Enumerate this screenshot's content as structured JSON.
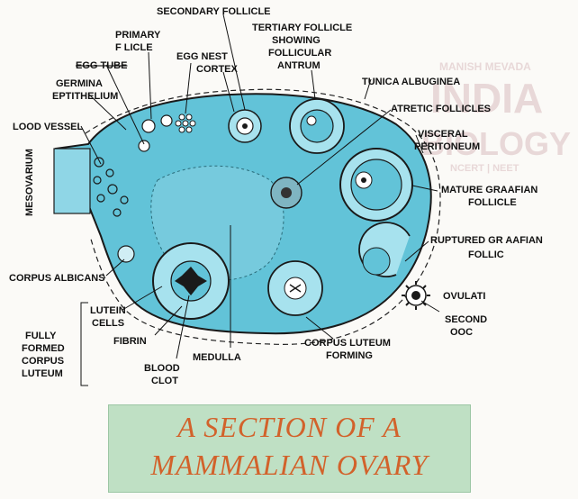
{
  "watermark": {
    "line1": "MANISH MEVADA",
    "line2": "INDIA",
    "line3": "BIOLOGY",
    "line4": "NCERT | NEET"
  },
  "labels": {
    "secondary_follicle": "SECONDARY FOLLICLE",
    "primary_1": "PRIMARY",
    "primary_2": "F     LICLE",
    "tertiary_1": "TERTIARY FOLLICLE",
    "tertiary_2": "SHOWING",
    "tertiary_3": "FOLLICULAR",
    "tertiary_4": "ANTRUM",
    "egg_tube": "EGG TUBE",
    "egg_nest": "EGG NEST",
    "cortex": "CORTEX",
    "germinal_1": "GERMINA",
    "germinal_2": "EPTITHELIUM",
    "tunica": "TUNICA ALBUGINEA",
    "blood_vessel": "LOOD VESSEL",
    "atretic": "ATRETIC FOLLICLES",
    "visceral_1": "VISCERAL",
    "visceral_2": "PERITONEUM",
    "mesovarium": "MESOVARIUM",
    "graafian_1": "MATURE GRAAFIAN",
    "graafian_2": "FOLLICLE",
    "ruptured_1": "RUPTURED GR AAFIAN",
    "ruptured_2": "FOLLIC",
    "corpus_albicans": "CORPUS ALBICANS",
    "ovulation": "OVULATI",
    "lutein_1": "LUTEIN",
    "lutein_2": "CELLS",
    "second_1": "SECOND",
    "second_2": "OOC",
    "fully_1": "FULLY",
    "fully_2": "FORMED",
    "fully_3": "CORPUS",
    "fully_4": "LUTEUM",
    "fibrin": "FIBRIN",
    "corpus_luteum_1": "CORPUS LUTEUM",
    "corpus_luteum_2": "FORMING",
    "blood_clot_1": "BLOOD",
    "blood_clot_2": "CLOT",
    "medulla": "MEDULLA"
  },
  "title": {
    "line1": "A SECTION OF A",
    "line2": "MAMMALIAN OVARY"
  },
  "colors": {
    "tissue": "#62c3d8",
    "outline": "#1a1a1a",
    "title_bg": "#bfe0c4",
    "title_text": "#d2622b"
  }
}
